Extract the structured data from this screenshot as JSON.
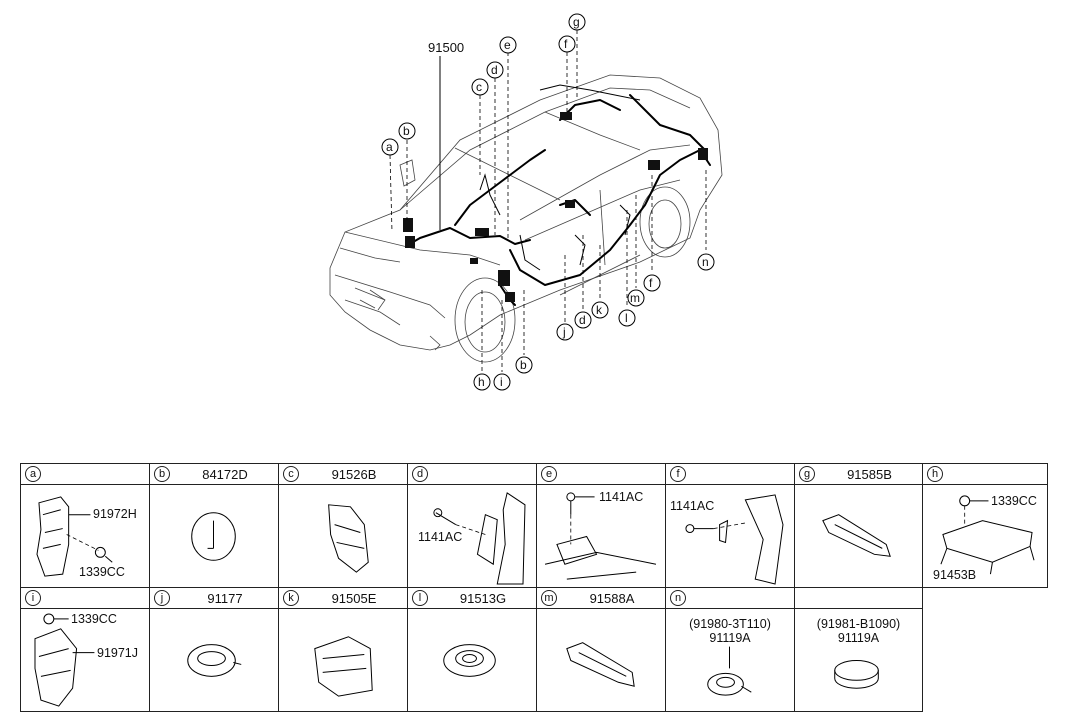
{
  "main_label": "91500",
  "callouts": [
    "a",
    "b",
    "c",
    "d",
    "e",
    "f",
    "g",
    "h",
    "i",
    "j",
    "k",
    "l",
    "m",
    "n"
  ],
  "diagram_letters": {
    "a": "a",
    "b_top": "b",
    "c": "c",
    "d_top": "d",
    "e": "e",
    "f_top": "f",
    "g": "g",
    "n": "n",
    "f_right": "f",
    "m": "m",
    "l": "l",
    "k": "k",
    "d_bottom": "d",
    "j": "j",
    "b_bottom": "b",
    "h": "h",
    "i": "i"
  },
  "cells": [
    {
      "letter": "a",
      "part": "",
      "labels": [
        "91972H",
        "1339CC"
      ]
    },
    {
      "letter": "b",
      "part": "84172D",
      "labels": []
    },
    {
      "letter": "c",
      "part": "91526B",
      "labels": []
    },
    {
      "letter": "d",
      "part": "",
      "labels": [
        "1141AC"
      ]
    },
    {
      "letter": "e",
      "part": "",
      "labels": [
        "1141AC"
      ]
    },
    {
      "letter": "f",
      "part": "",
      "labels": [
        "1141AC"
      ]
    },
    {
      "letter": "g",
      "part": "91585B",
      "labels": []
    },
    {
      "letter": "h",
      "part": "",
      "labels": [
        "1339CC",
        "91453B"
      ]
    },
    {
      "letter": "i",
      "part": "",
      "labels": [
        "1339CC",
        "91971J"
      ]
    },
    {
      "letter": "j",
      "part": "91177",
      "labels": []
    },
    {
      "letter": "k",
      "part": "91505E",
      "labels": []
    },
    {
      "letter": "l",
      "part": "91513G",
      "labels": []
    },
    {
      "letter": "m",
      "part": "91588A",
      "labels": []
    },
    {
      "letter": "n",
      "part": "",
      "labels": [
        "(91980-3T110)",
        "91119A"
      ]
    },
    {
      "letter": "",
      "part": "",
      "labels": [
        "(91981-B1090)",
        "91119A"
      ]
    }
  ]
}
